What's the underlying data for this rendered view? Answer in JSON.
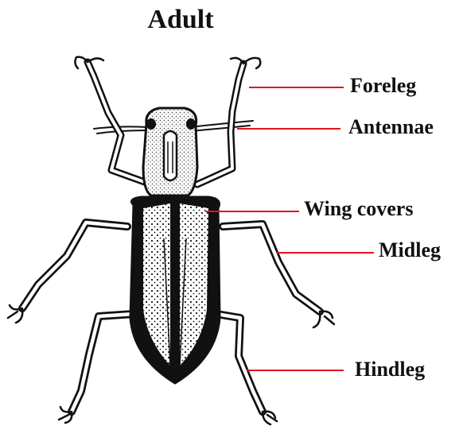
{
  "diagram": {
    "title": "Adult",
    "labels": {
      "foreleg": "Foreleg",
      "antennae": "Antennae",
      "wing_covers": "Wing covers",
      "midleg": "Midleg",
      "hindleg": "Hindleg"
    },
    "leader_color": "#e0141c"
  }
}
